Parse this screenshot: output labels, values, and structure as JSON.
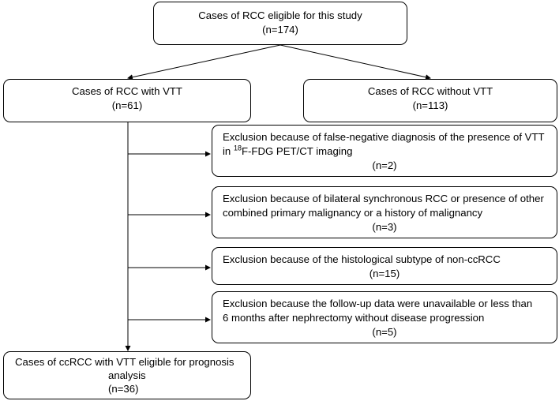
{
  "nodes": {
    "eligible": {
      "line1": "Cases  of RCC eligible for this study",
      "line2": "(n=174)"
    },
    "with_vtt": {
      "line1": "Cases  of RCC with VTT",
      "line2": "(n=61)"
    },
    "without_vtt": {
      "line1": "Cases  of RCC without VTT",
      "line2": "(n=113)"
    },
    "excl_false_negative": {
      "line1": "Exclusion because of false-negative diagnosis of the presence of VTT",
      "line2_pre": "in ",
      "line2_sup": "18",
      "line2_post": "F-FDG PET/CT imaging",
      "count": "(n=2)"
    },
    "excl_bilateral": {
      "line1": "Exclusion because of bilateral synchronous RCC or presence of other",
      "line2": "combined primary malignancy or a history of malignancy",
      "count": "(n=3)"
    },
    "excl_histology": {
      "line1": "Exclusion because of the histological subtype of non-ccRCC",
      "count": "(n=15)"
    },
    "excl_followup": {
      "line1": "Exclusion because the follow-up data were unavailable or less than",
      "line2": "6 months after nephrectomy without disease progression",
      "count": "(n=5)"
    },
    "final": {
      "line1": "Cases of ccRCC with VTT eligible for prognosis",
      "line2": "analysis",
      "count": "(n=36)"
    }
  }
}
